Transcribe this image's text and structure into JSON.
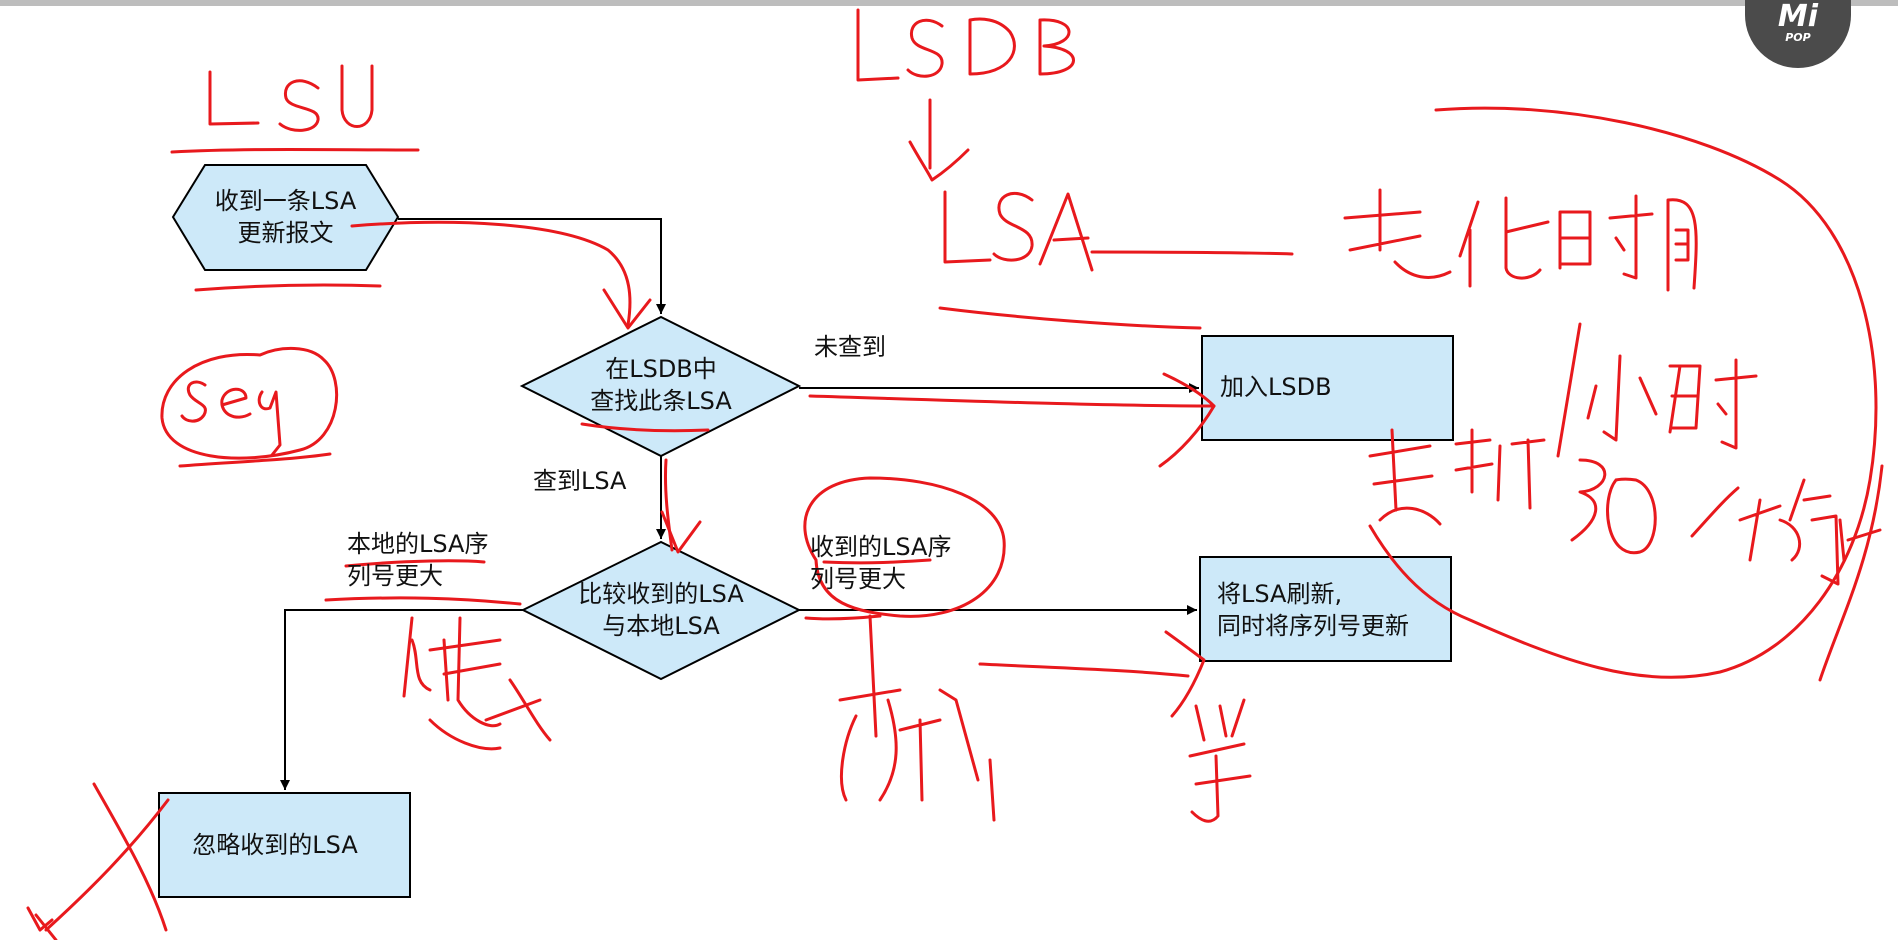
{
  "logo": {
    "line1": "Mi",
    "line2": "POP"
  },
  "nodes": {
    "start": {
      "line1": "收到一条LSA",
      "line2": "更新报文"
    },
    "lookup": {
      "line1": "在LSDB中",
      "line2": "查找此条LSA"
    },
    "add": {
      "line1": "加入LSDB"
    },
    "compare": {
      "line1": "比较收到的LSA",
      "line2": "与本地LSA"
    },
    "refresh": {
      "line1": "将LSA刷新,",
      "line2": "同时将序列号更新"
    },
    "ignore": {
      "line1": "忽略收到的LSA"
    }
  },
  "edge_labels": {
    "not_found": "未查到",
    "found": "查到LSA",
    "local_larger_1": "本地的LSA序",
    "local_larger_2": "列号更大",
    "received_larger_1": "收到的LSA序",
    "received_larger_2": "列号更大"
  },
  "handwriting": {
    "lsu": "LSU",
    "lsdb": "LSDB",
    "lsa": "LSA",
    "seq": "seq",
    "aging_time": "老化时间",
    "one_hour": "1小时",
    "update_30min": "更新30分钟",
    "old": "旧老",
    "new": "新",
    "learn": "学"
  },
  "colors": {
    "node_fill": "#cde9f9",
    "stroke": "#000000",
    "ink_red": "#e8191d"
  }
}
